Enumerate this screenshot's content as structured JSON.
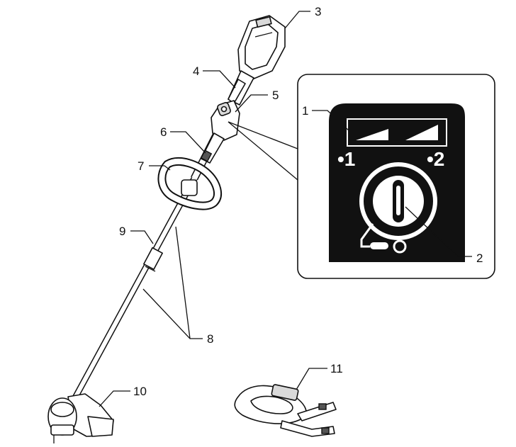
{
  "callouts": {
    "c1": "1",
    "c2": "2",
    "c3": "3",
    "c4": "4",
    "c5": "5",
    "c6": "6",
    "c7": "7",
    "c8": "8",
    "c9": "9",
    "c10": "10",
    "c11": "11"
  },
  "panel": {
    "speed_low": "•1",
    "speed_high": "•2"
  }
}
